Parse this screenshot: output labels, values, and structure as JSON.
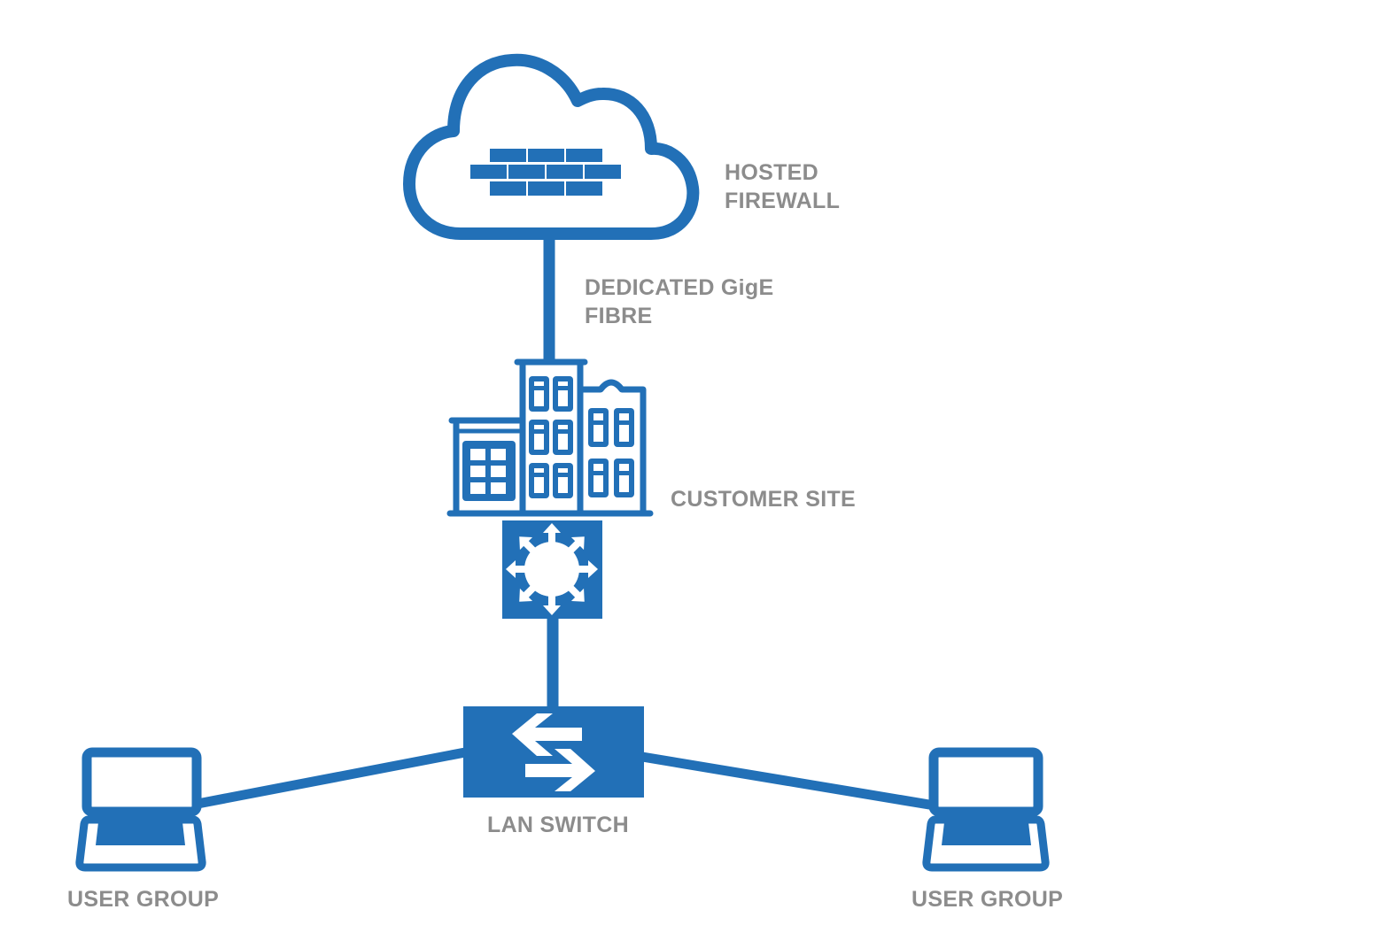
{
  "colors": {
    "primary": "#2270b7",
    "label": "#8c8c8c",
    "background": "#ffffff"
  },
  "nodes": {
    "firewall": {
      "icon": "cloud-firewall-icon",
      "label_lines": [
        "HOSTED",
        "FIREWALL"
      ]
    },
    "link": {
      "label_lines": [
        "DEDICATED GigE",
        "FIBRE"
      ]
    },
    "customer_site": {
      "icon": "buildings-icon",
      "label": "CUSTOMER SITE"
    },
    "router": {
      "icon": "router-icon"
    },
    "lan_switch": {
      "icon": "switch-arrows-icon",
      "label": "LAN SWITCH"
    },
    "user_group_left": {
      "icon": "laptop-icon",
      "label": "USER GROUP"
    },
    "user_group_right": {
      "icon": "laptop-icon",
      "label": "USER GROUP"
    }
  },
  "edges": [
    {
      "from": "firewall",
      "to": "customer_site",
      "label": "DEDICATED GigE FIBRE"
    },
    {
      "from": "customer_site",
      "to": "router"
    },
    {
      "from": "router",
      "to": "lan_switch"
    },
    {
      "from": "lan_switch",
      "to": "user_group_left"
    },
    {
      "from": "lan_switch",
      "to": "user_group_right"
    }
  ]
}
